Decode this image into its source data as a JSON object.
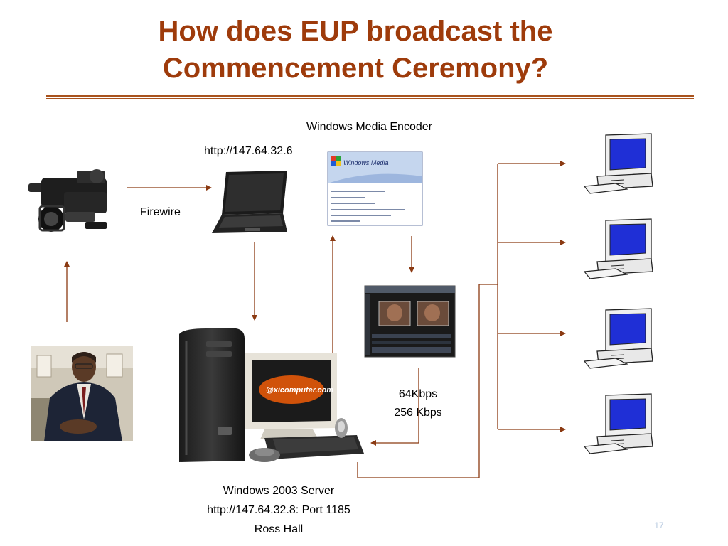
{
  "slide": {
    "title_line1": "How does EUP broadcast the",
    "title_line2": "Commencement Ceremony?",
    "page_number": "17"
  },
  "labels": {
    "encoder": "Windows Media Encoder",
    "laptop_url": "http://147.64.32.6",
    "firewire": "Firewire",
    "bitrate_1": "64Kbps",
    "bitrate_2": "256 Kbps",
    "server_name": "Windows 2003 Server",
    "server_url": "http://147.64.32.8: Port 1185",
    "server_location": "Ross Hall"
  },
  "screens": {
    "encoder_brand": "Windows Media",
    "monitor_brand": "@xicomputer.com"
  },
  "colors": {
    "title": "#9e3b0b",
    "rule": "#a9531e",
    "arrow": "#8b3a12",
    "client_screen": "#1f2fd6"
  }
}
